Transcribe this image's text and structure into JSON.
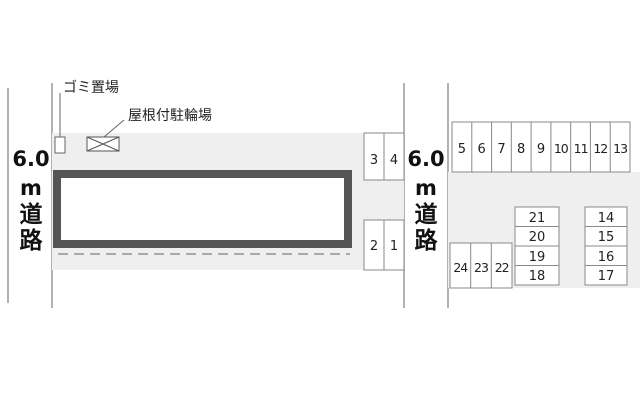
{
  "labels": {
    "garbage": "ゴミ置場",
    "bicycle": "屋根付駐輪場"
  },
  "roads": {
    "left": {
      "width": "6.0",
      "unit": "m",
      "chars": [
        "道",
        "路"
      ]
    },
    "right": {
      "width": "6.0",
      "unit": "m",
      "chars": [
        "道",
        "路"
      ]
    }
  },
  "parking": {
    "left_top": [
      "3",
      "4"
    ],
    "left_bottom": [
      "2",
      "1"
    ],
    "top_row": [
      "5",
      "6",
      "7",
      "8",
      "9",
      "10",
      "11",
      "12",
      "13"
    ],
    "bottom_left": [
      "24",
      "23",
      "22"
    ],
    "middle_col": [
      "21",
      "20",
      "19",
      "18"
    ],
    "right_col": [
      "14",
      "15",
      "16",
      "17"
    ]
  },
  "colors": {
    "lot_fill": "#efefef",
    "building_border": "#555555",
    "line": "#888888",
    "text": "#222222"
  }
}
